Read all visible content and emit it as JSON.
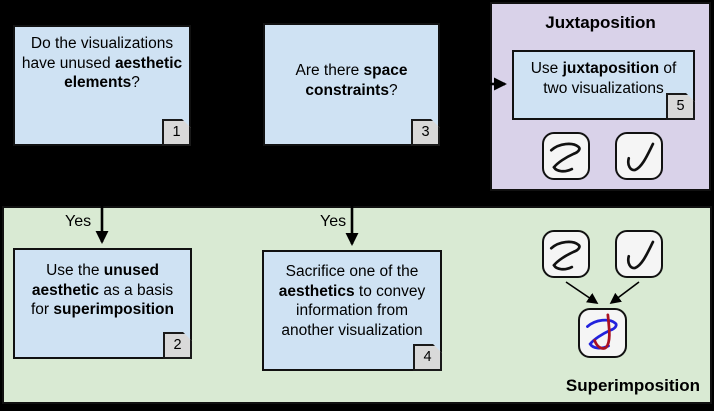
{
  "colors": {
    "background": "#000000",
    "question_box_fill": "#cfe2f3",
    "juxtaposition_panel_fill": "#d9d2e9",
    "superimposition_panel_fill": "#d9ead3",
    "badge_fill": "#d9d9d9",
    "icon_box_fill": "#f5f5f5",
    "curve_blue": "#2222dd",
    "curve_red": "#aa1122"
  },
  "questions": {
    "q1": {
      "text": "Do the visualizations have unused **aesthetic elements**?",
      "number": "1"
    },
    "q3": {
      "text": "Are there **space constraints**?",
      "number": "3"
    }
  },
  "juxtaposition_panel": {
    "title": "Juxtaposition",
    "action": {
      "text": "Use **juxtaposition** of two visualizations",
      "number": "5"
    },
    "icons": [
      "zigzag-curve-icon",
      "rising-curve-icon"
    ]
  },
  "superimposition_panel": {
    "title": "Superimposition",
    "action_left": {
      "text": "Use the **unused aesthetic** as a basis for **superimposition**",
      "number": "2"
    },
    "action_middle": {
      "text": "Sacrifice one of the **aesthetics** to convey information from another visualization",
      "number": "4"
    },
    "icons": [
      "zigzag-curve-icon",
      "rising-curve-icon",
      "superimposed-curves-icon"
    ]
  },
  "edges": {
    "yes_left": "Yes",
    "yes_middle": "Yes"
  }
}
